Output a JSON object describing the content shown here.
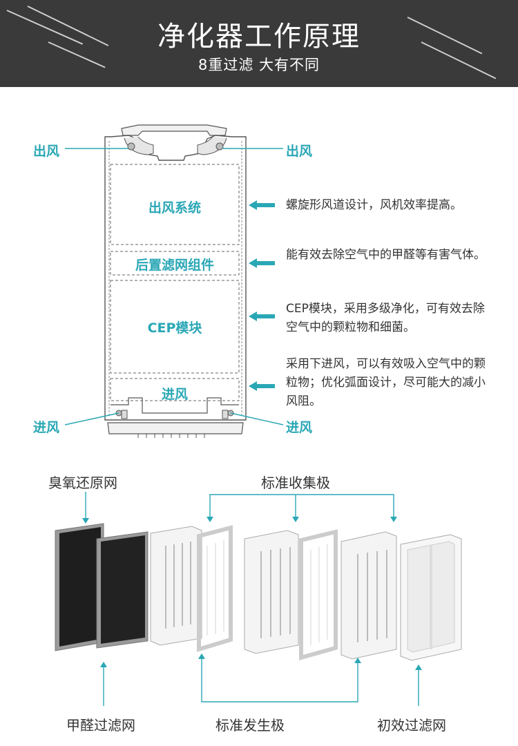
{
  "header": {
    "title": "净化器工作原理",
    "subtitle": "8重过滤 大有不同"
  },
  "diagram": {
    "outlet_left": "出风",
    "outlet_right": "出风",
    "inlet_left": "进风",
    "inlet_right": "进风",
    "zones": {
      "outlet_system": "出风系统",
      "rear_filter": "后置滤网组件",
      "cep_module": "CEP模块",
      "inlet": "进风"
    },
    "descriptions": {
      "outlet_system": "螺旋形风道设计，风机效率提高。",
      "rear_filter": "能有效去除空气中的甲醛等有害气体。",
      "cep_module": "CEP模块，采用多级净化，可有效去除空气中的颗粒物和细菌。",
      "inlet": "采用下进风，可以有效吸入空气中的颗粒物；优化弧面设计，尽可能大的减小风阻。"
    }
  },
  "filters": {
    "ozone_reduction_net": "臭氧还原网",
    "standard_collector": "标准收集极",
    "formaldehyde_filter": "甲醛过滤网",
    "standard_generator": "标准发生极",
    "primary_filter": "初效过滤网"
  },
  "colors": {
    "header_bg": "#3a3a3a",
    "accent": "#2aa7b5",
    "text": "#333333"
  }
}
